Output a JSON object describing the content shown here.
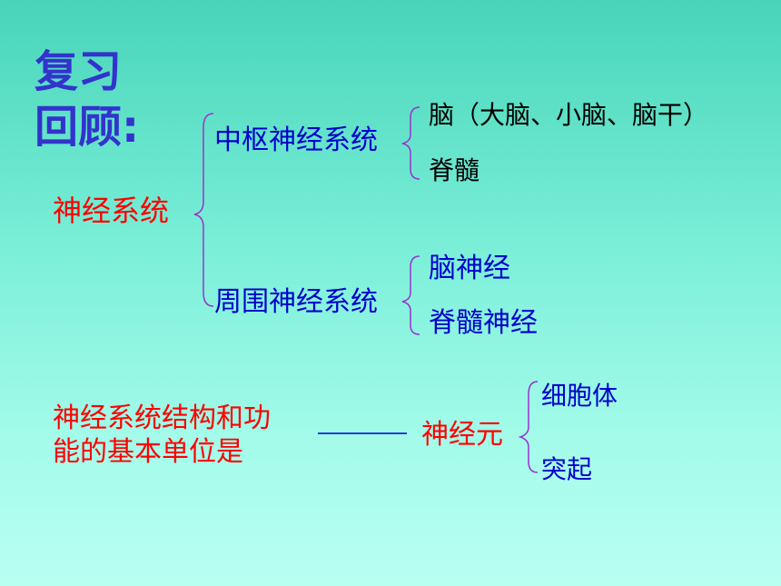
{
  "title": {
    "line1": "复习",
    "line2": "回顾:"
  },
  "tree": {
    "root": "神经系统",
    "central": {
      "label": "中枢神经系统",
      "children": [
        "脑（大脑、小脑、脑干）",
        "脊髓"
      ]
    },
    "peripheral": {
      "label": "周围神经系统",
      "children": [
        "脑神经",
        "脊髓神经"
      ]
    }
  },
  "question": {
    "line1": "神经系统结构和功",
    "line2": "能的基本单位是",
    "answer": "神经元",
    "parts": [
      "细胞体",
      "突起"
    ]
  },
  "colors": {
    "title": "#3333cc",
    "red": "#ff0000",
    "blue": "#0000cc",
    "bracket": "#9933cc",
    "line": "#0000cc"
  }
}
